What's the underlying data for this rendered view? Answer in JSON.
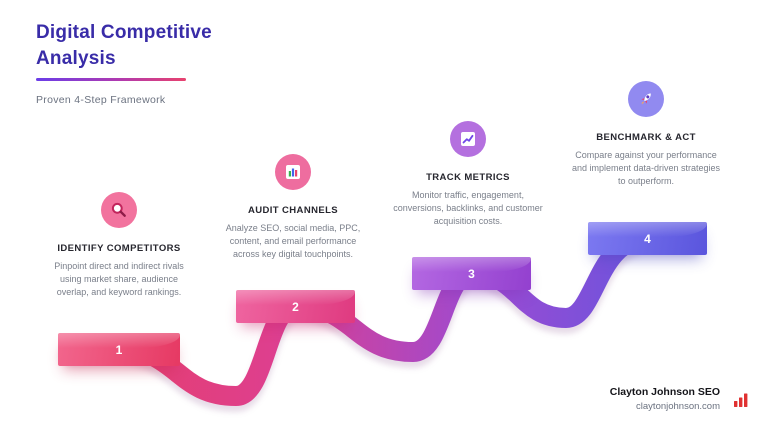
{
  "header": {
    "title_line1": "Digital Competitive",
    "title_line2": "Analysis",
    "subtitle": "Proven 4-Step Framework"
  },
  "steps": [
    {
      "number": "1",
      "title": "IDENTIFY COMPETITORS",
      "description": "Pinpoint direct and indirect rivals using market share, audience overlap, and keyword rankings.",
      "icon": "magnifier-icon",
      "accent": "#e63963"
    },
    {
      "number": "2",
      "title": "AUDIT CHANNELS",
      "description": "Analyze SEO, social media, PPC, content, and email performance across key digital touchpoints.",
      "icon": "bar-chart-icon",
      "accent": "#df3a80"
    },
    {
      "number": "3",
      "title": "TRACK METRICS",
      "description": "Monitor traffic, engagement, conversions, backlinks, and customer acquisition costs.",
      "icon": "line-chart-icon",
      "accent": "#9340cf"
    },
    {
      "number": "4",
      "title": "BENCHMARK & ACT",
      "description": "Compare against your performance and implement data-driven strategies to outperform.",
      "icon": "rocket-icon",
      "accent": "#5a55dd"
    }
  ],
  "footer": {
    "brand": "Clayton Johnson SEO",
    "website": "claytonjohnson.com"
  },
  "colors": {
    "title": "#392ca8",
    "ribbon_start": "#e73e63",
    "ribbon_end": "#5a57e0",
    "footer_icon": "#e03131"
  }
}
